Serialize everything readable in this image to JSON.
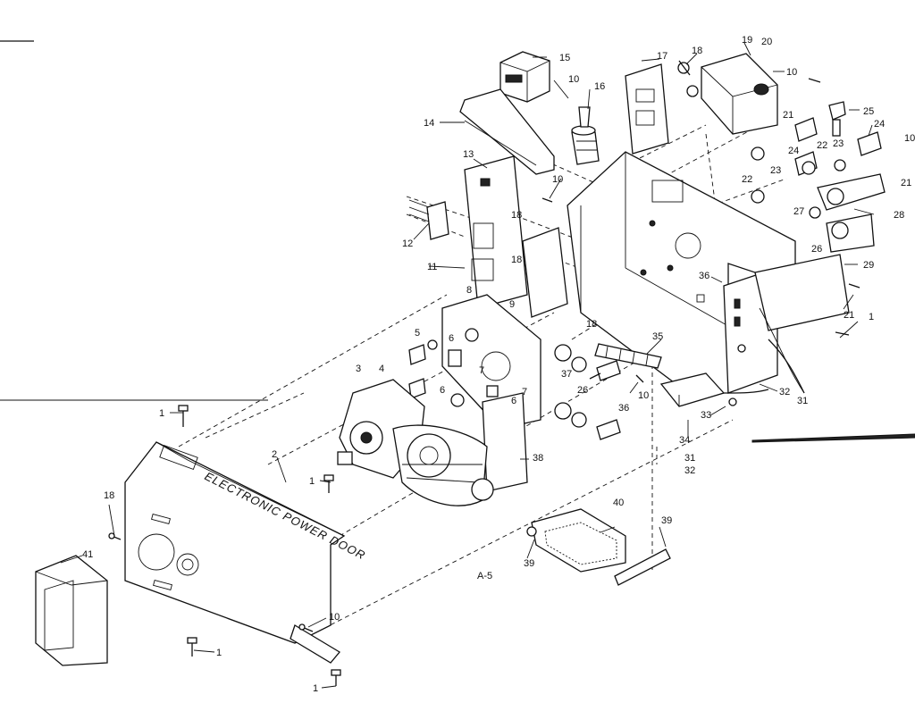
{
  "cover_text": "ELECTRONIC POWER DOOR",
  "sheet_ref": "A-5",
  "callouts": [
    {
      "id": "c15",
      "text": "15"
    },
    {
      "id": "c10a",
      "text": "10"
    },
    {
      "id": "c16",
      "text": "16"
    },
    {
      "id": "c17",
      "text": "17"
    },
    {
      "id": "c18a",
      "text": "18"
    },
    {
      "id": "c19",
      "text": "19"
    },
    {
      "id": "c20",
      "text": "20"
    },
    {
      "id": "c10b",
      "text": "10"
    },
    {
      "id": "c21a",
      "text": "21"
    },
    {
      "id": "c25",
      "text": "25"
    },
    {
      "id": "c23a",
      "text": "23"
    },
    {
      "id": "c24a",
      "text": "24"
    },
    {
      "id": "c10c",
      "text": "10"
    },
    {
      "id": "c14",
      "text": "14"
    },
    {
      "id": "c13",
      "text": "13"
    },
    {
      "id": "c10d",
      "text": "10"
    },
    {
      "id": "c24b",
      "text": "24"
    },
    {
      "id": "c22a",
      "text": "22"
    },
    {
      "id": "c22b",
      "text": "22"
    },
    {
      "id": "c23b",
      "text": "23"
    },
    {
      "id": "c21b",
      "text": "21"
    },
    {
      "id": "c27",
      "text": "27"
    },
    {
      "id": "c28",
      "text": "28"
    },
    {
      "id": "c26",
      "text": "26"
    },
    {
      "id": "c12",
      "text": "12"
    },
    {
      "id": "c18b",
      "text": "18"
    },
    {
      "id": "c11",
      "text": "11"
    },
    {
      "id": "c18c",
      "text": "18"
    },
    {
      "id": "c29",
      "text": "29"
    },
    {
      "id": "c36a",
      "text": "36"
    },
    {
      "id": "c9",
      "text": "9"
    },
    {
      "id": "c8",
      "text": "8"
    },
    {
      "id": "c21c",
      "text": "21"
    },
    {
      "id": "c1a",
      "text": "1"
    },
    {
      "id": "c5",
      "text": "5"
    },
    {
      "id": "c6a",
      "text": "6"
    },
    {
      "id": "c18d",
      "text": "18"
    },
    {
      "id": "c35",
      "text": "35"
    },
    {
      "id": "c3",
      "text": "3"
    },
    {
      "id": "c4",
      "text": "4"
    },
    {
      "id": "c7a",
      "text": "7"
    },
    {
      "id": "c37",
      "text": "37"
    },
    {
      "id": "c26b",
      "text": "26"
    },
    {
      "id": "c10e",
      "text": "10"
    },
    {
      "id": "c6b",
      "text": "6"
    },
    {
      "id": "c7b",
      "text": "7"
    },
    {
      "id": "c6c",
      "text": "6"
    },
    {
      "id": "c36b",
      "text": "36"
    },
    {
      "id": "c32a",
      "text": "32"
    },
    {
      "id": "c31a",
      "text": "31"
    },
    {
      "id": "c1b",
      "text": "1"
    },
    {
      "id": "c33",
      "text": "33"
    },
    {
      "id": "c34",
      "text": "34"
    },
    {
      "id": "c2",
      "text": "2"
    },
    {
      "id": "c38",
      "text": "38"
    },
    {
      "id": "c31b",
      "text": "31"
    },
    {
      "id": "c32b",
      "text": "32"
    },
    {
      "id": "c1c",
      "text": "1"
    },
    {
      "id": "c18e",
      "text": "18"
    },
    {
      "id": "c40",
      "text": "40"
    },
    {
      "id": "c39a",
      "text": "39"
    },
    {
      "id": "c39b",
      "text": "39"
    },
    {
      "id": "c41",
      "text": "41"
    },
    {
      "id": "c10f",
      "text": "10"
    },
    {
      "id": "c1d",
      "text": "1"
    },
    {
      "id": "c1e",
      "text": "1"
    }
  ]
}
